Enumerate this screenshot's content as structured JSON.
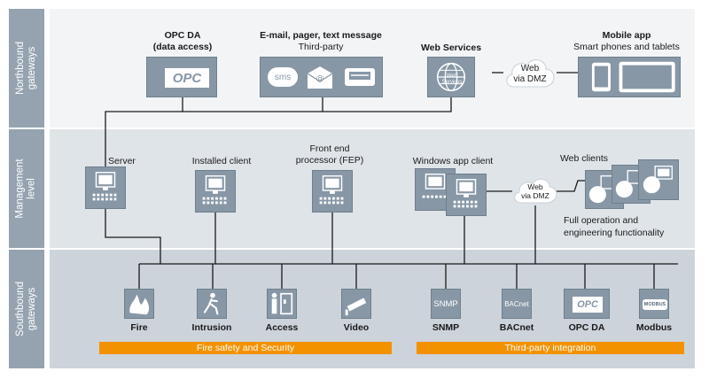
{
  "bands": {
    "northbound": "Northbound\ngateways",
    "management": "Management\nlevel",
    "southbound": "Southbound\ngateways"
  },
  "northbound": {
    "opc_da_title": "OPC DA",
    "opc_da_sub": "(data access)",
    "opc_logo_text": "OPC",
    "email_title": "E-mail, pager, text message",
    "email_sub": "Third-party",
    "sms_text": "sms",
    "web_services": "Web Services",
    "web_services_globe_text": "Web Services",
    "web_dmz_cloud": "Web\nvia DMZ",
    "mobile_title": "Mobile app",
    "mobile_sub": "Smart phones and tablets"
  },
  "management": {
    "server": "Server",
    "installed_client": "Installed client",
    "fep": "Front end\nprocessor (FEP)",
    "windows_app_client": "Windows app client",
    "web_dmz_cloud": "Web\nvia DMZ",
    "web_clients": "Web clients",
    "full_operation": "Full operation and\nengineering functionality"
  },
  "southbound": {
    "items": [
      "Fire",
      "Intrusion",
      "Access",
      "Video",
      "SNMP",
      "BACnet",
      "OPC DA",
      "Modbus"
    ],
    "snmp_text": "SNMP",
    "bacnet_text": "BACnet",
    "opc_text": "OPC",
    "modbus_text": "MODBUS",
    "fire_security_bar": "Fire safety and Security",
    "third_party_bar": "Third-party integration"
  },
  "colors": {
    "band_label": "#95a3b0",
    "band_top": "#f2f4f6",
    "band_mid": "#dfe4e9",
    "band_bottom": "#ccd3da",
    "tile": "#8797a6",
    "orange": "#f39200"
  }
}
